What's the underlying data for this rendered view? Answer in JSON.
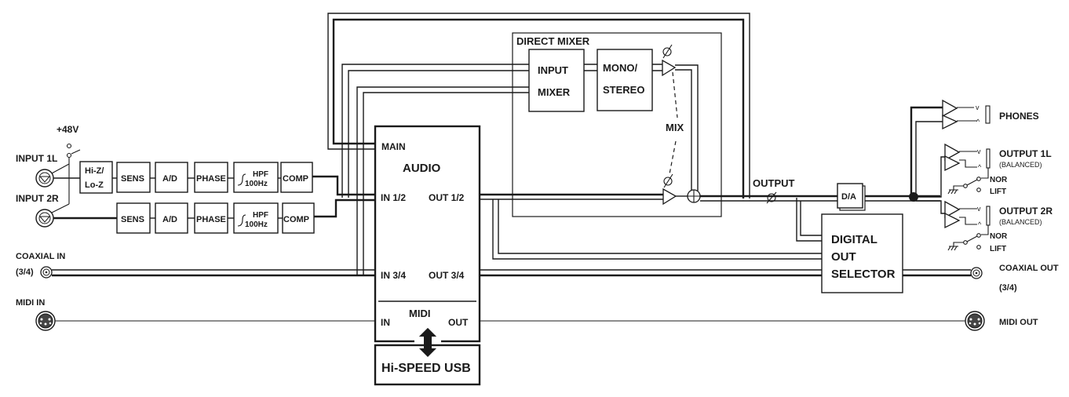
{
  "diagram": {
    "inputs": {
      "phantom": "+48V",
      "input1": "INPUT 1L",
      "input2": "INPUT 2R",
      "coaxial_in": "COAXIAL IN",
      "coaxial_in_ch": "(3/4)",
      "midi_in": "MIDI IN"
    },
    "chain": {
      "hiz_line1": "Hi-Z/",
      "hiz_line2": "Lo-Z",
      "sens": "SENS",
      "ad": "A/D",
      "phase": "PHASE",
      "hpf_top": "HPF",
      "hpf_bottom": "100Hz",
      "comp": "COMP"
    },
    "usb_block": {
      "main": "MAIN",
      "audio": "AUDIO",
      "in12": "IN 1/2",
      "out12": "OUT 1/2",
      "in34": "IN 3/4",
      "out34": "OUT 3/4",
      "midi": "MIDI",
      "midi_in": "IN",
      "midi_out": "OUT",
      "usb": "Hi-SPEED USB"
    },
    "direct_mixer": {
      "title": "DIRECT MIXER",
      "input_mixer_1": "INPUT",
      "input_mixer_2": "MIXER",
      "mono_stereo_1": "MONO/",
      "mono_stereo_2": "STEREO",
      "mix": "MIX"
    },
    "output_section": {
      "output": "OUTPUT",
      "da": "D/A",
      "digital_1": "DIGITAL",
      "digital_2": "OUT",
      "digital_3": "SELECTOR",
      "phones": "PHONES",
      "out1": "OUTPUT 1L",
      "out1_sub": "(BALANCED)",
      "out2": "OUTPUT 2R",
      "out2_sub": "(BALANCED)",
      "nor": "NOR",
      "lift": "LIFT",
      "coaxial_out": "COAXIAL OUT",
      "coaxial_out_ch": "(3/4)",
      "midi_out": "MIDI OUT"
    }
  }
}
